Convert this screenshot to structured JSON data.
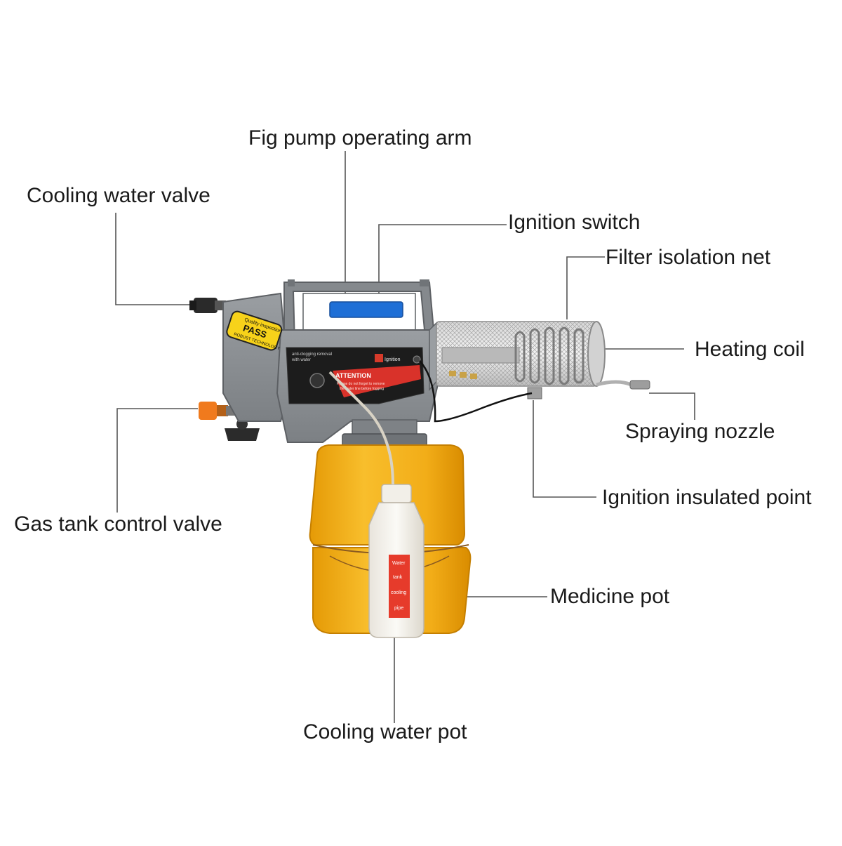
{
  "labels": {
    "fig_pump_operating_arm": "Fig pump operating arm",
    "cooling_water_valve": "Cooling water valve",
    "ignition_switch": "Ignition switch",
    "filter_isolation_net": "Filter isolation net",
    "heating_coil": "Heating coil",
    "spraying_nozzle": "Spraying nozzle",
    "ignition_insulated_point": "Ignition insulated point",
    "gas_tank_control_valve": "Gas tank control valve",
    "medicine_pot": "Medicine pot",
    "cooling_water_pot": "Cooling water pot"
  },
  "device_text": {
    "badge_top": "Quality inspection",
    "badge_main": "PASS",
    "badge_bottom": "ROBUST TECHNOLOGY",
    "panel_small_1": "anti-clogging removal",
    "panel_small_2": "with water",
    "panel_ignition": "Ignition",
    "attention_title": "ATTENTION",
    "attention_line_1": "Please do not forget to remove",
    "attention_line_2": "the water line before fogging",
    "bottle_label_1": "Water",
    "bottle_label_2": "tank",
    "bottle_label_3": "cooling",
    "bottle_label_4": "pipe"
  },
  "colors": {
    "body_gray": "#8e9296",
    "tank_yellow": "#f5b21a",
    "handle_blue": "#1f6fd6",
    "valve_orange": "#f07a1d",
    "leader_line": "#555555"
  }
}
